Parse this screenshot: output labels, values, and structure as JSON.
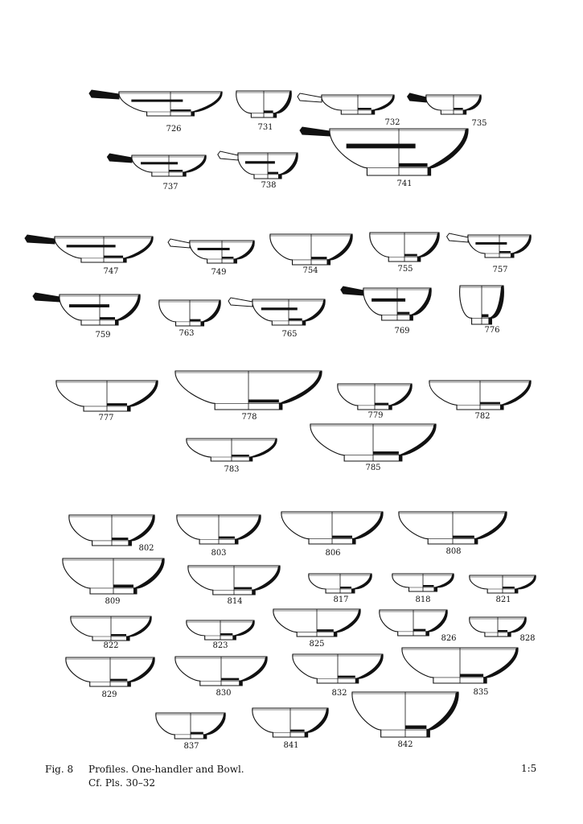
{
  "caption": {
    "fig_label": "Fig.  8",
    "title": "Profiles. One-handler and Bowl.",
    "cross_ref": "Cf. Pls. 30–32",
    "scale": "1:5"
  },
  "profiles": [
    {
      "id": "726",
      "type": "one-handler"
    },
    {
      "id": "731",
      "type": "bowl"
    },
    {
      "id": "732",
      "type": "one-handler"
    },
    {
      "id": "735",
      "type": "one-handler"
    },
    {
      "id": "737",
      "type": "one-handler"
    },
    {
      "id": "738",
      "type": "one-handler"
    },
    {
      "id": "741",
      "type": "one-handler"
    },
    {
      "id": "747",
      "type": "one-handler"
    },
    {
      "id": "749",
      "type": "one-handler"
    },
    {
      "id": "754",
      "type": "bowl"
    },
    {
      "id": "755",
      "type": "bowl"
    },
    {
      "id": "757",
      "type": "one-handler"
    },
    {
      "id": "759",
      "type": "one-handler"
    },
    {
      "id": "763",
      "type": "bowl"
    },
    {
      "id": "765",
      "type": "one-handler"
    },
    {
      "id": "769",
      "type": "one-handler"
    },
    {
      "id": "776",
      "type": "bowl"
    },
    {
      "id": "777",
      "type": "bowl"
    },
    {
      "id": "778",
      "type": "bowl"
    },
    {
      "id": "779",
      "type": "bowl"
    },
    {
      "id": "782",
      "type": "bowl"
    },
    {
      "id": "783",
      "type": "bowl"
    },
    {
      "id": "785",
      "type": "bowl"
    },
    {
      "id": "802",
      "type": "bowl"
    },
    {
      "id": "803",
      "type": "bowl"
    },
    {
      "id": "806",
      "type": "bowl"
    },
    {
      "id": "808",
      "type": "bowl"
    },
    {
      "id": "809",
      "type": "bowl"
    },
    {
      "id": "814",
      "type": "bowl"
    },
    {
      "id": "817",
      "type": "bowl"
    },
    {
      "id": "818",
      "type": "bowl"
    },
    {
      "id": "821",
      "type": "bowl"
    },
    {
      "id": "822",
      "type": "bowl"
    },
    {
      "id": "823",
      "type": "bowl"
    },
    {
      "id": "825",
      "type": "bowl"
    },
    {
      "id": "826",
      "type": "bowl"
    },
    {
      "id": "828",
      "type": "bowl"
    },
    {
      "id": "829",
      "type": "bowl"
    },
    {
      "id": "830",
      "type": "bowl"
    },
    {
      "id": "832",
      "type": "bowl"
    },
    {
      "id": "835",
      "type": "bowl"
    },
    {
      "id": "837",
      "type": "bowl"
    },
    {
      "id": "841",
      "type": "bowl"
    },
    {
      "id": "842",
      "type": "bowl"
    }
  ]
}
